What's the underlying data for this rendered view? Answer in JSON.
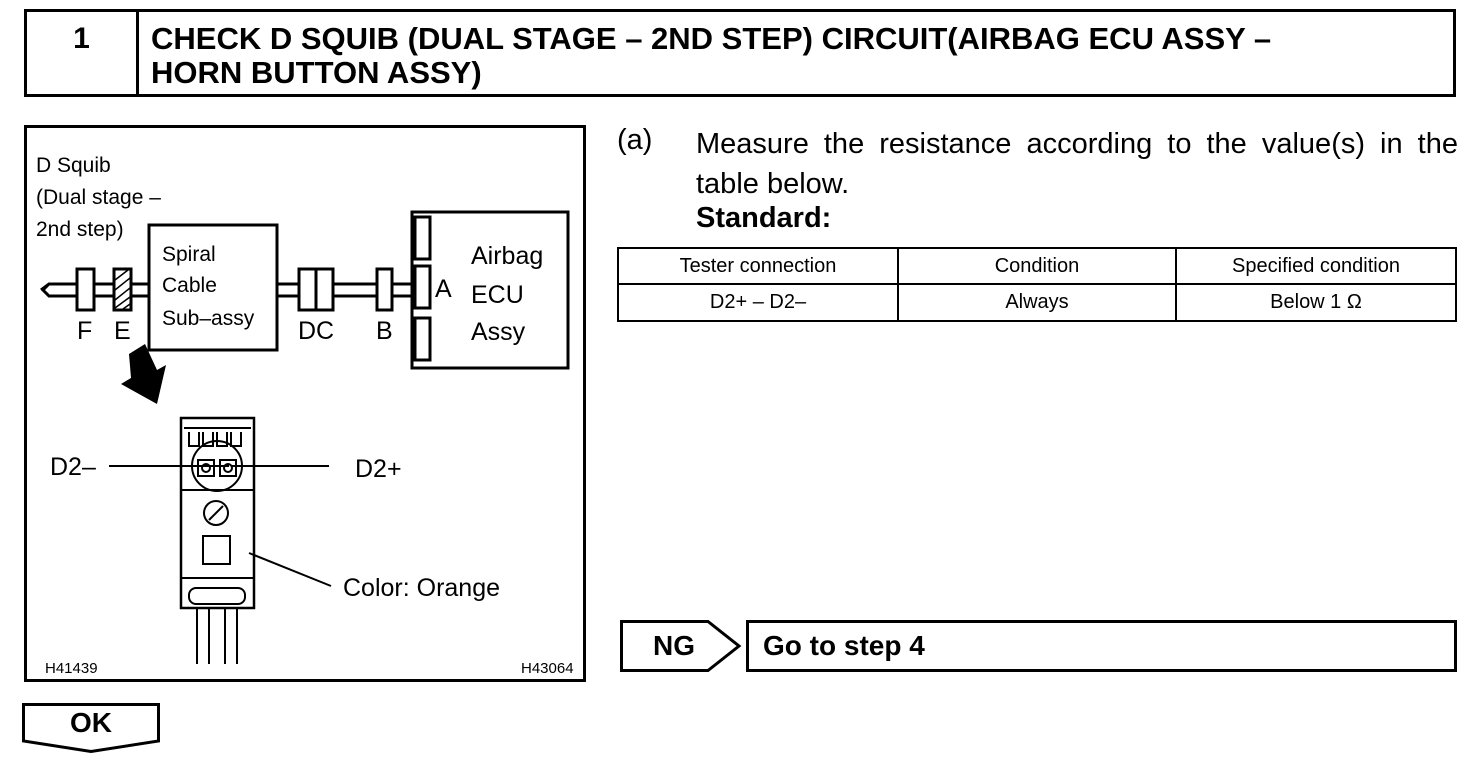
{
  "step": {
    "number": "1",
    "title": "CHECK D SQUIB (DUAL STAGE – 2ND STEP) CIRCUIT(AIRBAG ECU ASSY –\nHORN BUTTON ASSY)"
  },
  "figure": {
    "squib_label_line1": "D Squib",
    "squib_label_line2": "(Dual stage –",
    "squib_label_line3": "2nd step)",
    "spiral_line1": "Spiral",
    "spiral_line2": "Cable",
    "spiral_line3": "Sub–assy",
    "ecu_line1": "Airbag",
    "ecu_line2": "ECU",
    "ecu_line3": "Assy",
    "connector_f": "F",
    "connector_e": "E",
    "connector_dc": "DC",
    "connector_b": "B",
    "connector_a": "A",
    "terminal_minus": "D2–",
    "terminal_plus": "D2+",
    "color_note": "Color: Orange",
    "code_left": "H41439",
    "code_right": "H43064"
  },
  "instruction": {
    "marker": "(a)",
    "text": "Measure the resistance according to the value(s) in the table below.",
    "standard_label": "Standard:"
  },
  "spec_table": {
    "headers": [
      "Tester connection",
      "Condition",
      "Specified condition"
    ],
    "rows": [
      [
        "D2+ – D2–",
        "Always",
        "Below 1 Ω"
      ]
    ]
  },
  "results": {
    "ng_label": "NG",
    "ng_action": "Go to step 4",
    "ok_label": "OK"
  }
}
